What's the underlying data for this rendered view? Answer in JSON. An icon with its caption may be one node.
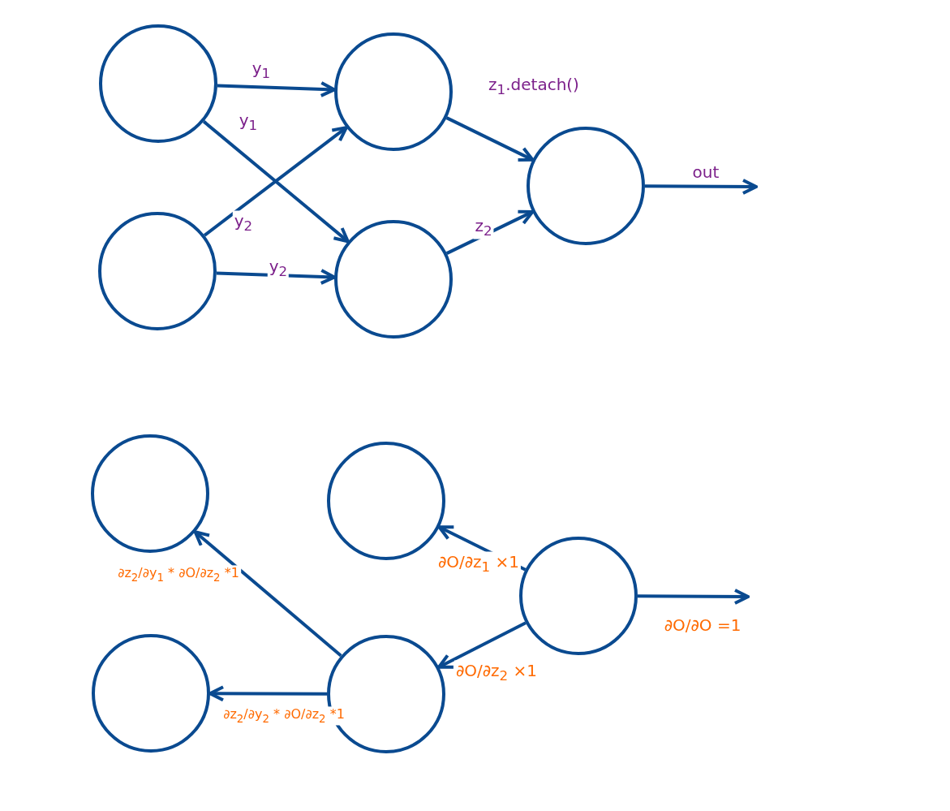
{
  "diagram": {
    "nodes": [
      {
        "text": [],
        "shape": "circle"
      },
      {
        "text": [],
        "shape": "circle"
      },
      {
        "text": [],
        "shape": "circle"
      },
      {
        "text": [],
        "shape": "circle"
      },
      {
        "text": [],
        "shape": "circle"
      },
      {
        "text": [],
        "shape": "circle"
      },
      {
        "text": [],
        "shape": "circle"
      },
      {
        "text": [],
        "shape": "circle"
      },
      {
        "text": [],
        "shape": "circle"
      },
      {
        "text": [],
        "shape": "circle"
      }
    ],
    "edges": [
      {
        "from": 0,
        "to": 2,
        "arrow": "to",
        "label": "y$_{1}$"
      },
      {
        "from": 0,
        "to": 3,
        "arrow": "to",
        "label": "y$_{1}$"
      },
      {
        "from": 1,
        "to": 2,
        "arrow": "to",
        "label": "y$_{2}$"
      },
      {
        "from": 1,
        "to": 3,
        "arrow": "to",
        "label": "y$_{2}$"
      },
      {
        "from": 2,
        "to": 4,
        "arrow": "to",
        "label": "z$_{1}$.detach()"
      },
      {
        "from": 3,
        "to": 4,
        "arrow": "to",
        "label": "z$_{2}$"
      },
      {
        "from": 4,
        "to": null,
        "arrow": "to",
        "label": "out"
      },
      {
        "from": 9,
        "to": 7,
        "arrow": "to",
        "label": "∂O/∂z$_{1}$ ×1"
      },
      {
        "from": 9,
        "to": 8,
        "arrow": "to",
        "label": "∂O/∂z$_{2}$ ×1"
      },
      {
        "from": 8,
        "to": 5,
        "arrow": "to",
        "label": "∂z$_{2}$/∂y$_{1}$ * ∂O/∂z$_{2}$ *1"
      },
      {
        "from": 8,
        "to": 6,
        "arrow": "to",
        "label": "∂z$_{2}$/∂y$_{2}$ * ∂O/∂z$_{2}$ *1"
      },
      {
        "from": 9,
        "to": null,
        "arrow": "to",
        "label": "∂O/∂O =1"
      }
    ]
  }
}
